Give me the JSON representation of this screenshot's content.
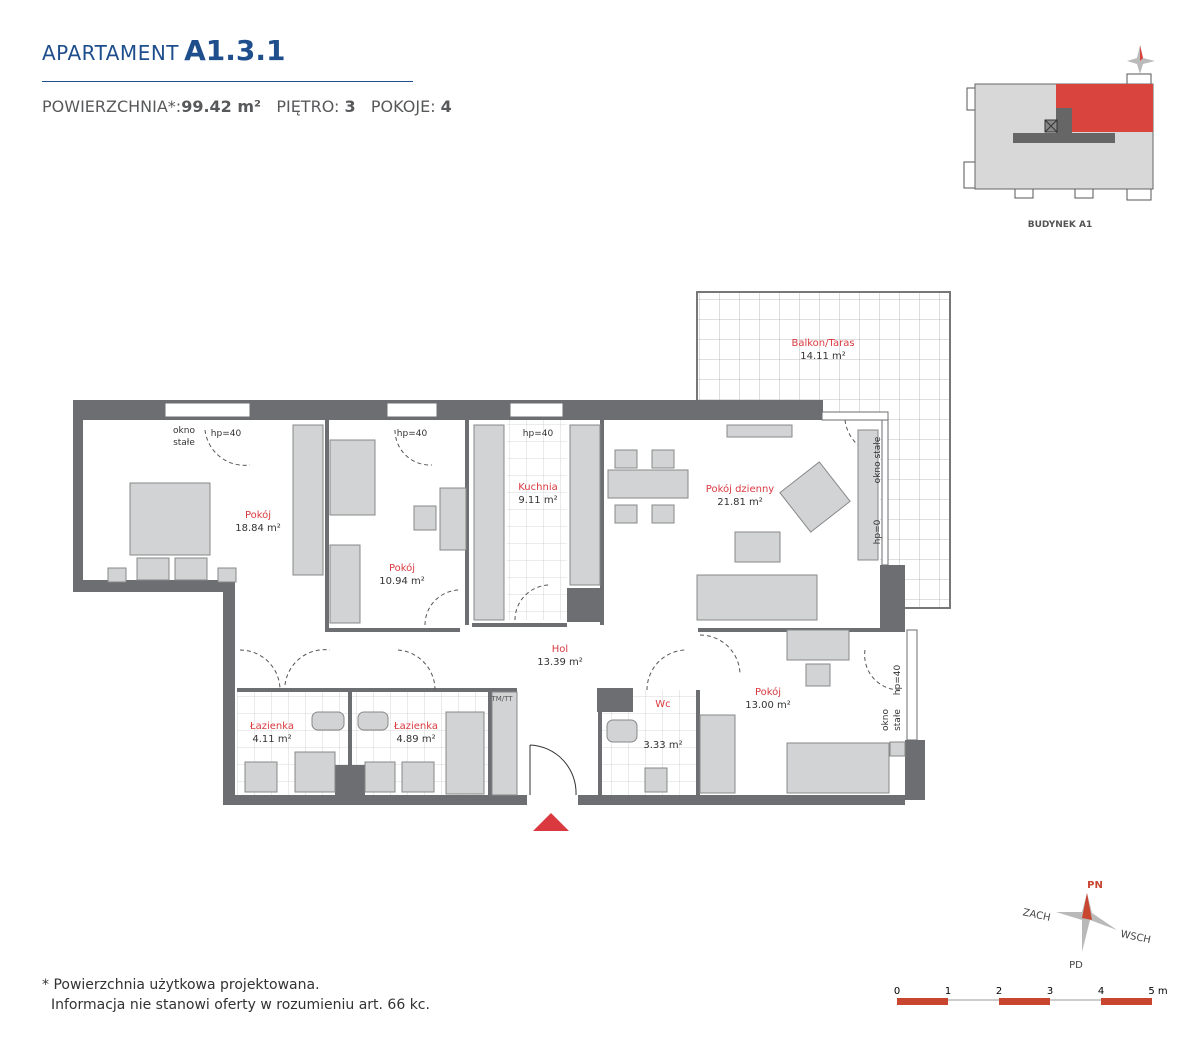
{
  "header": {
    "title_prefix": "APARTAMENT",
    "title_code": "A1.3.1",
    "area_label": "POWIERZCHNIA*:",
    "area_value": "99.42 m²",
    "floor_label": "PIĘTRO:",
    "floor_value": "3",
    "rooms_label": "POKOJE:",
    "rooms_value": "4"
  },
  "key_plan": {
    "label": "BUDYNEK A1",
    "highlight_color": "#d9443f"
  },
  "rooms": [
    {
      "name": "Pokój",
      "area": "18.84 m²"
    },
    {
      "name": "Pokój",
      "area": "10.94 m²"
    },
    {
      "name": "Kuchnia",
      "area": "9.11 m²"
    },
    {
      "name": "Pokój dzienny",
      "area": "21.81 m²"
    },
    {
      "name": "Balkon/Taras",
      "area": "14.11 m²"
    },
    {
      "name": "Hol",
      "area": "13.39 m²"
    },
    {
      "name": "Łazienka",
      "area": "4.11 m²"
    },
    {
      "name": "Łazienka",
      "area": "4.89 m²"
    },
    {
      "name": "Wc",
      "area": "3.33 m²"
    },
    {
      "name": "Pokój",
      "area": "13.00 m²"
    }
  ],
  "annotations": {
    "fixed_window_1": "okno",
    "fixed_window_2": "stałe",
    "hp40": "hp=40",
    "hp0": "hp=0",
    "fixed_window_v": "okno stałe",
    "tmtt": "TM/TT"
  },
  "compass": {
    "north": "PN",
    "west": "ZACH",
    "east": "WSCH",
    "south": "PD"
  },
  "scale": {
    "ticks": [
      "0",
      "1",
      "2",
      "3",
      "4",
      "5 m"
    ],
    "color": "#c8452f"
  },
  "footnote": {
    "line1": "* Powierzchnia użytkowa projektowana.",
    "line2": "Informacja nie stanowi oferty w rozumieniu art. 66 kc."
  }
}
